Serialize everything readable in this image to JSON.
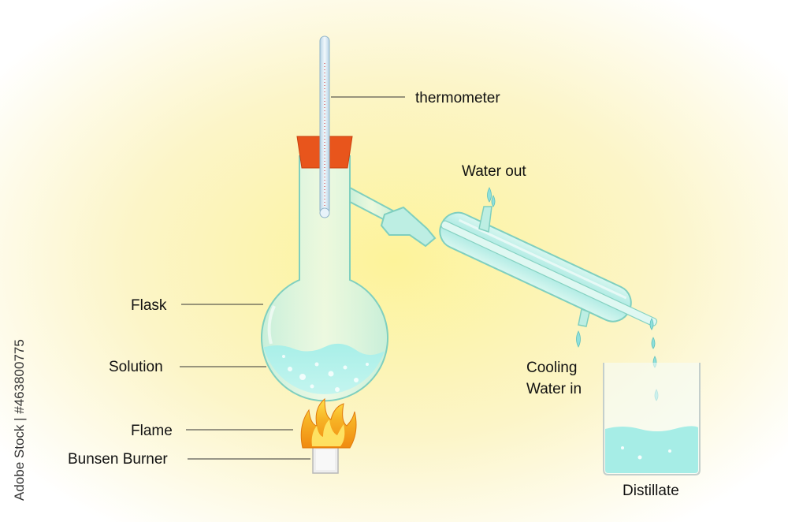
{
  "labels": {
    "thermometer": "thermometer",
    "water_out": "Water out",
    "flask": "Flask",
    "solution": "Solution",
    "cooling_line1": "Cooling",
    "cooling_line2": "Water in",
    "flame": "Flame",
    "bunsen_burner": "Bunsen Burner",
    "distillate": "Distillate"
  },
  "watermark": "Adobe Stock | #463800775",
  "colors": {
    "background_center": "#fdf7a8",
    "background_edge": "#ffffff",
    "glass_fill": "#c9f2e6",
    "glass_stroke": "#7fcfbf",
    "liquid": "#9fe8e0",
    "stopper": "#e8551c",
    "flame_outer": "#f29a12",
    "flame_inner": "#ffe24a",
    "leader_line": "#333333"
  }
}
